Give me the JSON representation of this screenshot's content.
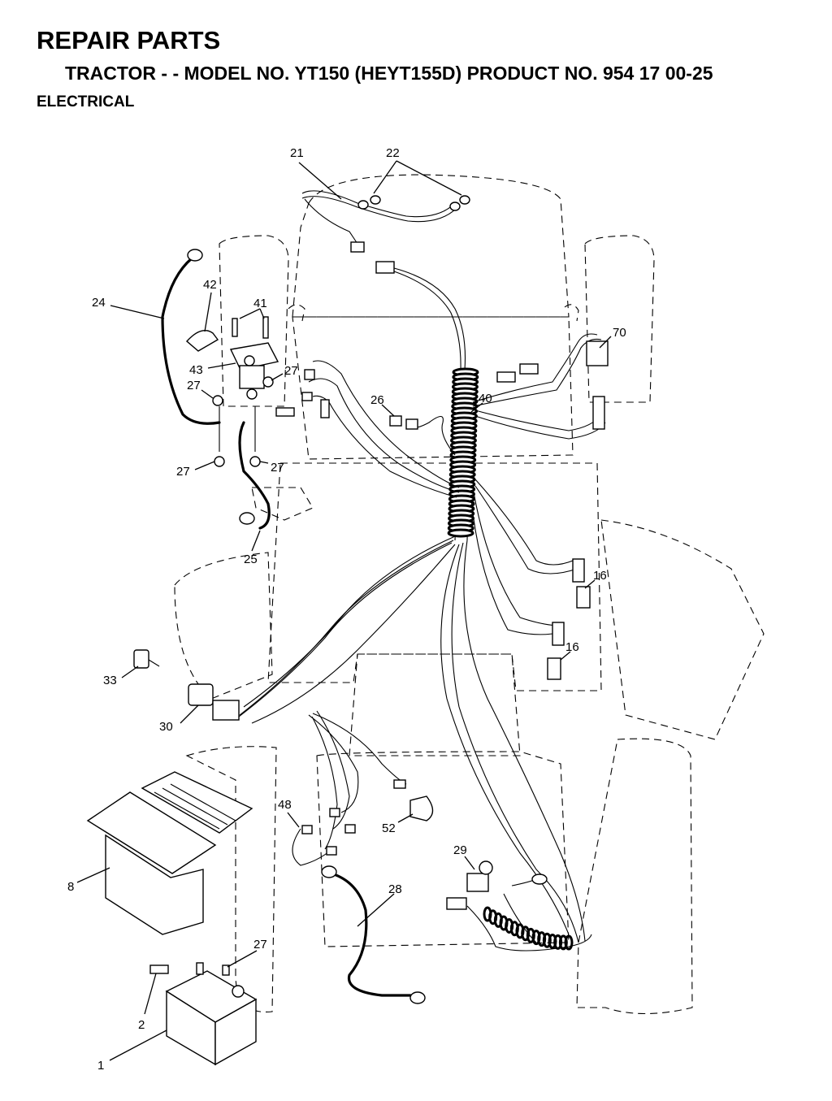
{
  "header": {
    "title": "REPAIR PARTS",
    "subtitle": "TRACTOR - - MODEL NO. YT150 (HEYT155D) PRODUCT NO. 954 17 00-25",
    "section": "ELECTRICAL"
  },
  "callouts": [
    "21",
    "22",
    "42",
    "41",
    "24",
    "70",
    "43",
    "27",
    "27",
    "26",
    "40",
    "27",
    "27",
    "25",
    "16",
    "16",
    "33",
    "30",
    "48",
    "52",
    "29",
    "8",
    "28",
    "27",
    "2",
    "1"
  ]
}
